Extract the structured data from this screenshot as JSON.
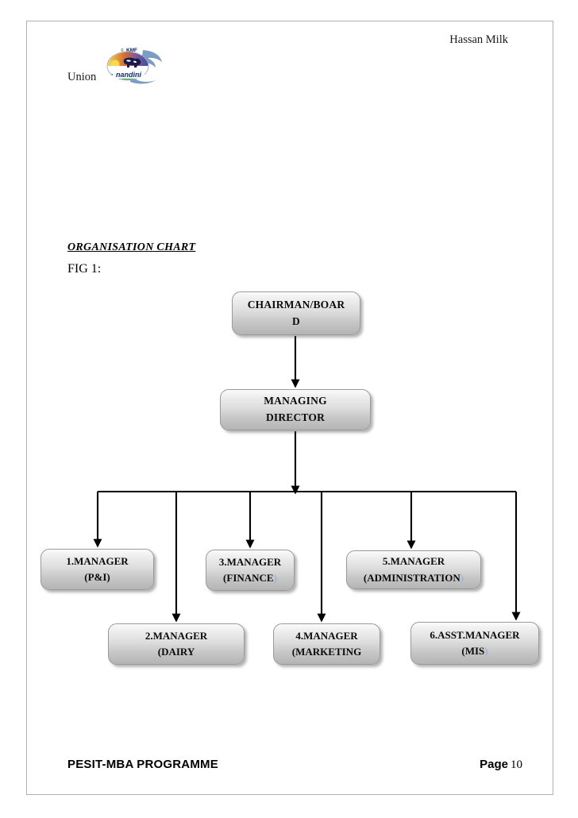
{
  "document": {
    "header": {
      "company_right": "Hassan Milk",
      "company_left": "Union",
      "logo": {
        "name": "nandini-kmf-logo",
        "brand_text": "nandini",
        "org_text": "KMF",
        "copyright_mark": "©"
      }
    },
    "section_title": "ORGANISATION CHART",
    "figure_label": "FIG 1:",
    "footer": {
      "programme": "PESIT-MBA PROGRAMME",
      "page_word": "Page",
      "page_number": "10"
    }
  },
  "chart_data": {
    "type": "diagram",
    "title": "ORGANISATION CHART",
    "figure": "FIG 1:",
    "orientation": "top-down",
    "node_style": {
      "shape": "rounded-rectangle",
      "fill_top": "#fbfbfb",
      "fill_bottom": "#b4b4b4",
      "border": "#9a9a9a",
      "shadow": "#5a5a5a",
      "text_color": "#0b0b0b",
      "faded_paren_color": "#9fb6d4"
    },
    "nodes": [
      {
        "id": "chairman",
        "level": 0,
        "line1": "CHAIRMAN/BOAR",
        "line2": "D",
        "full_text": "CHAIRMAN/BOARD"
      },
      {
        "id": "managing-director",
        "level": 1,
        "line1": "MANAGING",
        "line2": "DIRECTOR",
        "full_text": "MANAGING DIRECTOR"
      },
      {
        "id": "manager-pi",
        "level": 2,
        "row": "upper",
        "line1": "1.MANAGER",
        "line2": "(P&I)",
        "full_text": "1.MANAGER (P&I)"
      },
      {
        "id": "manager-finance",
        "level": 2,
        "row": "upper",
        "line1": "3.MANAGER",
        "line2_text": "(FINANCE",
        "line2_faded": ")",
        "full_text": "3.MANAGER (FINANCE)"
      },
      {
        "id": "manager-administration",
        "level": 2,
        "row": "upper",
        "line1": "5.MANAGER",
        "line2_text": "(ADMINISTRATION",
        "line2_faded": ")",
        "full_text": "5.MANAGER (ADMINISTRATION)"
      },
      {
        "id": "manager-dairy",
        "level": 2,
        "row": "lower",
        "line1": "2.MANAGER",
        "line2_text": "(DAIRY",
        "line2_faded": "",
        "full_text": "2.MANAGER (DAIRY"
      },
      {
        "id": "manager-marketing",
        "level": 2,
        "row": "lower",
        "line1": "4.MANAGER",
        "line2_text": "(MARKETING",
        "line2_faded": "",
        "full_text": "4.MANAGER (MARKETING"
      },
      {
        "id": "asst-manager-mis",
        "level": 2,
        "row": "lower",
        "line1": "6.ASST.MANAGER",
        "line2_text": "(MIS",
        "line2_faded": ")",
        "full_text": "6.ASST.MANAGER (MIS)"
      }
    ],
    "edges": [
      {
        "from": "chairman",
        "to": "managing-director",
        "style": "arrow"
      },
      {
        "from": "managing-director",
        "to": "manager-pi",
        "style": "arrow"
      },
      {
        "from": "managing-director",
        "to": "manager-dairy",
        "style": "arrow"
      },
      {
        "from": "managing-director",
        "to": "manager-finance",
        "style": "arrow"
      },
      {
        "from": "managing-director",
        "to": "manager-marketing",
        "style": "arrow"
      },
      {
        "from": "managing-director",
        "to": "manager-administration",
        "style": "arrow"
      },
      {
        "from": "managing-director",
        "to": "asst-manager-mis",
        "style": "arrow"
      }
    ]
  }
}
